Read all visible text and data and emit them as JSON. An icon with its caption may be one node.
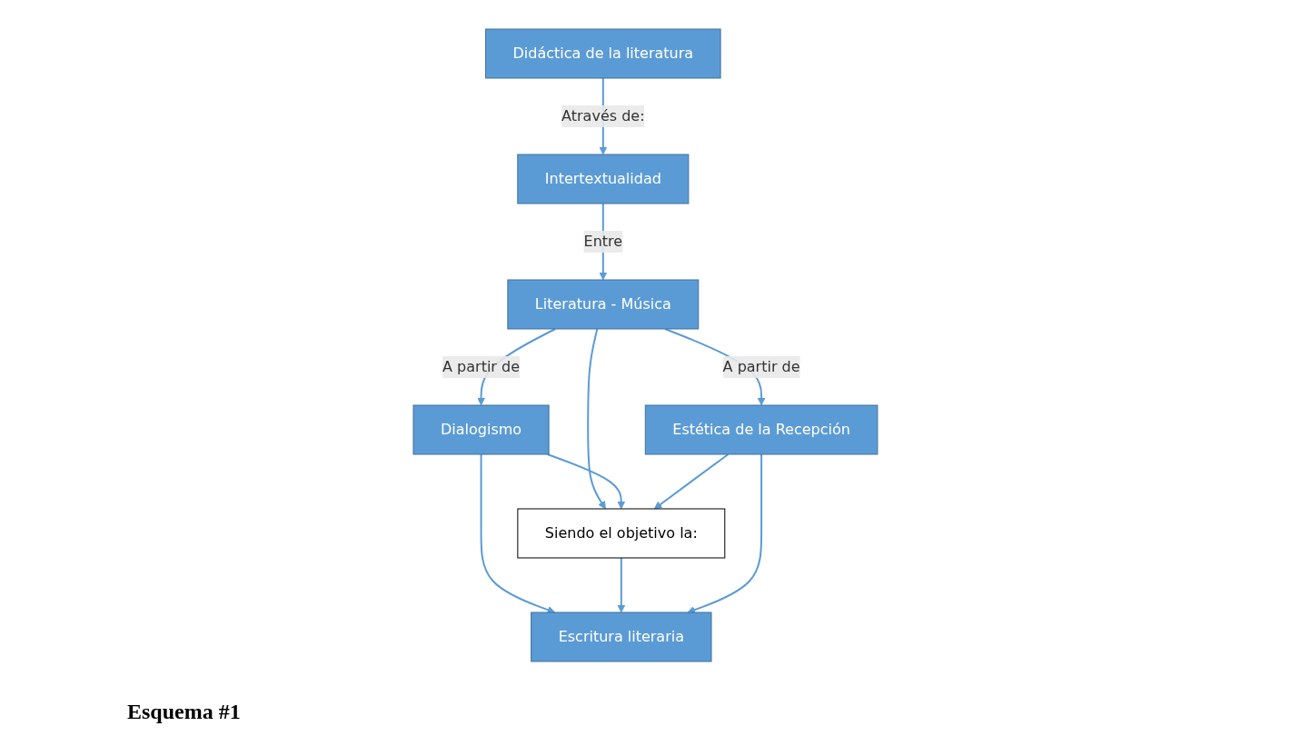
{
  "diagram": {
    "caption": "Esquema #1",
    "nodes": [
      {
        "text": [
          "Didáctica de la literatura"
        ]
      },
      {
        "text": [
          "Intertextualidad"
        ]
      },
      {
        "text": [
          "Literatura - Música"
        ]
      },
      {
        "text": [
          "Dialogismo"
        ]
      },
      {
        "text": [
          "Siendo el objetivo la:"
        ]
      },
      {
        "text": [
          "Estética de la Recepción"
        ]
      },
      {
        "text": [
          "Escritura literaria"
        ]
      }
    ],
    "edges": [
      {
        "from": 0,
        "to": 1,
        "arrow": "to",
        "label": "Através de:"
      },
      {
        "from": 1,
        "to": 2,
        "arrow": "to",
        "label": "Entre"
      },
      {
        "from": 2,
        "to": 3,
        "arrow": "to",
        "label": "A partir de"
      },
      {
        "from": 2,
        "to": 4,
        "arrow": "to"
      },
      {
        "from": 2,
        "to": 5,
        "arrow": "to",
        "label": "A partir de"
      },
      {
        "from": 3,
        "to": 4,
        "arrow": "to"
      },
      {
        "from": 5,
        "to": 4,
        "arrow": "to"
      },
      {
        "from": 3,
        "to": 6,
        "arrow": "to"
      },
      {
        "from": 4,
        "to": 6,
        "arrow": "to"
      },
      {
        "from": 5,
        "to": 6,
        "arrow": "to"
      }
    ]
  }
}
